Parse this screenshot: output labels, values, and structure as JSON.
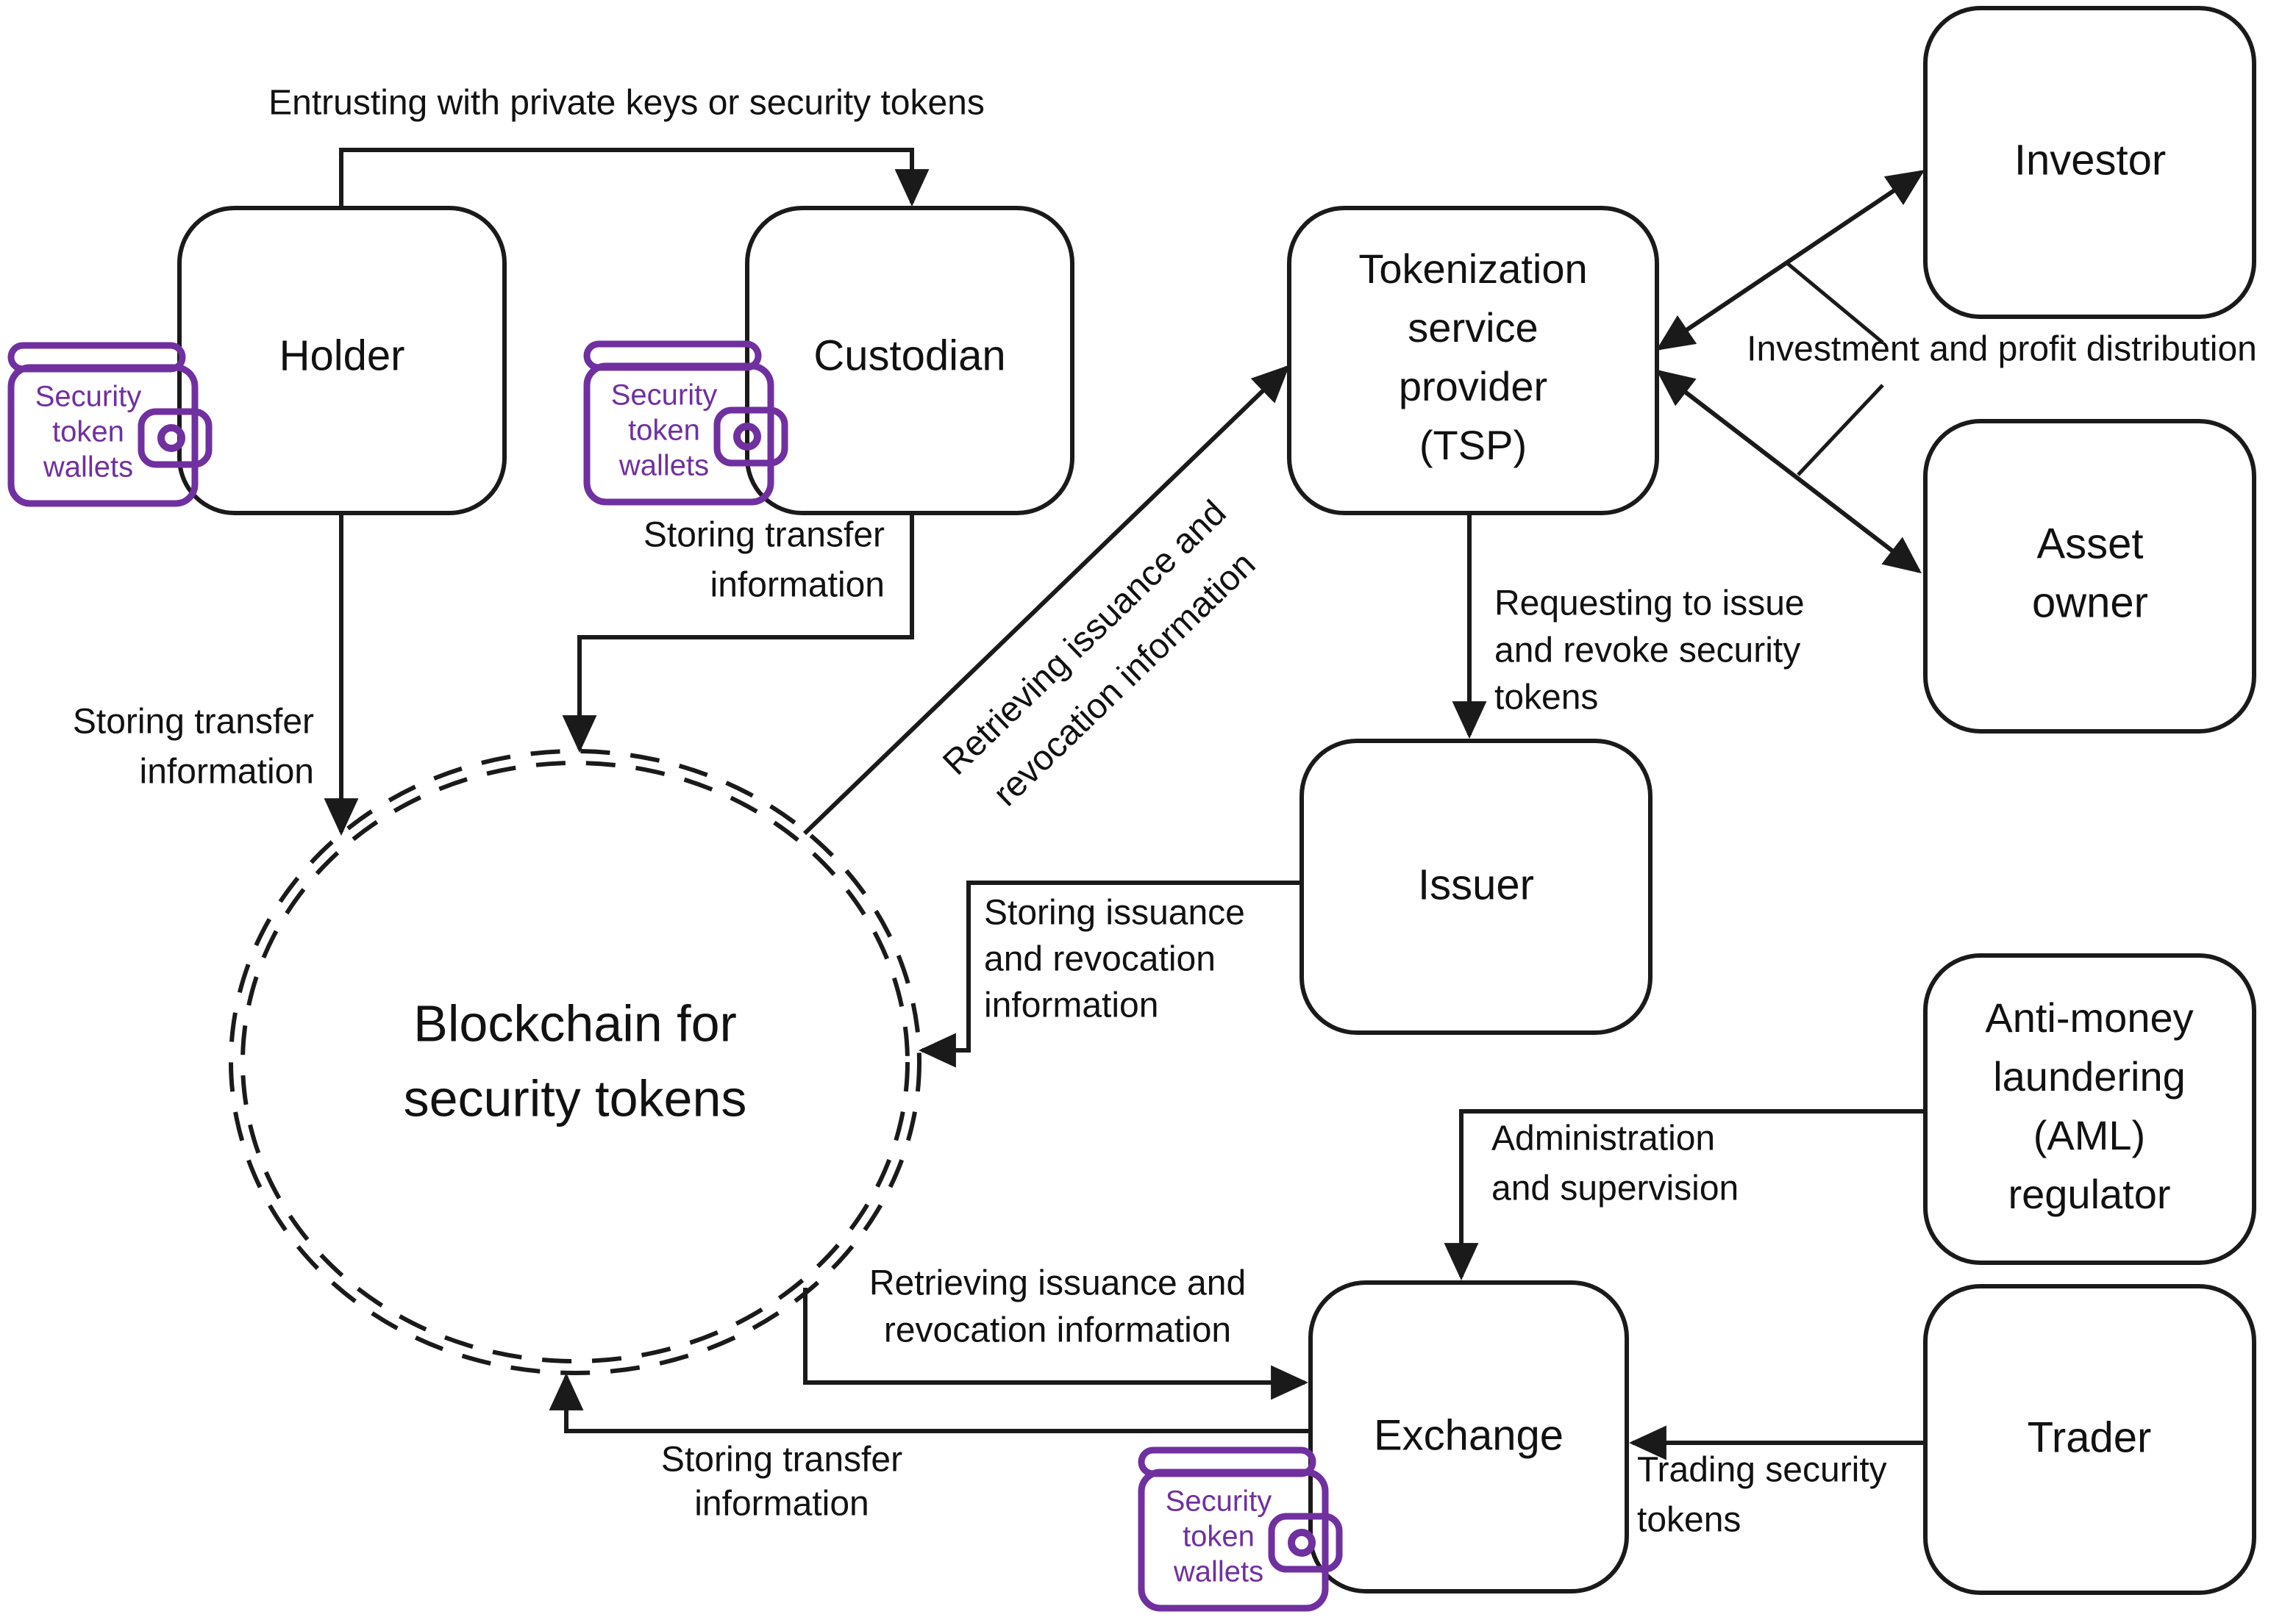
{
  "colors": {
    "line": "#1a1a1a",
    "text": "#111111",
    "wallet_purple": "#7030a0",
    "background": "#ffffff"
  },
  "nodes": {
    "holder": {
      "label": "Holder"
    },
    "custodian": {
      "label": "Custodian"
    },
    "tsp": {
      "lines": [
        "Tokenization",
        "service",
        "provider",
        "(TSP)"
      ]
    },
    "investor": {
      "label": "Investor"
    },
    "asset_owner": {
      "lines": [
        "Asset",
        "owner"
      ]
    },
    "issuer": {
      "label": "Issuer"
    },
    "aml_regulator": {
      "lines": [
        "Anti-money",
        "laundering",
        "(AML)",
        "regulator"
      ]
    },
    "exchange": {
      "label": "Exchange"
    },
    "trader": {
      "label": "Trader"
    },
    "blockchain": {
      "lines": [
        "Blockchain for",
        "security tokens"
      ]
    }
  },
  "wallet": {
    "lines": [
      "Security",
      "token",
      "wallets"
    ]
  },
  "edges": {
    "entrusting": {
      "label": "Entrusting with private keys or security tokens"
    },
    "holder_storing": {
      "lines": [
        "Storing transfer",
        "information"
      ]
    },
    "custodian_storing": {
      "lines": [
        "Storing transfer",
        "information"
      ]
    },
    "retrieving_tsp": {
      "lines": [
        "Retrieving issuance and",
        "revocation information"
      ]
    },
    "investment": {
      "label": "Investment and profit distribution"
    },
    "requesting": {
      "lines": [
        "Requesting to issue",
        "and revoke security",
        "tokens"
      ]
    },
    "storing_issuance": {
      "lines": [
        "Storing issuance",
        "and revocation",
        "information"
      ]
    },
    "administration": {
      "lines": [
        "Administration",
        "and supervision"
      ]
    },
    "retrieving_exchange": {
      "lines": [
        "Retrieving issuance and",
        "revocation information"
      ]
    },
    "exchange_storing": {
      "lines": [
        "Storing transfer",
        "information"
      ]
    },
    "trading": {
      "lines": [
        "Trading security",
        "tokens"
      ]
    }
  }
}
